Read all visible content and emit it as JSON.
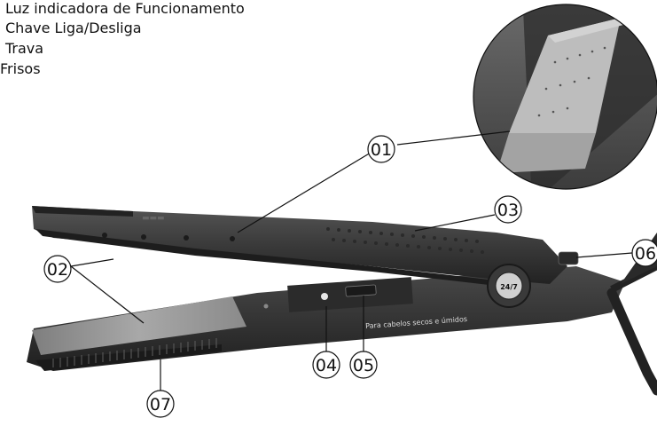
{
  "legend": [
    "Luz indicadora de Funcionamento",
    "Chave Liga/Desliga",
    "Trava",
    "Frisos"
  ],
  "callouts": [
    "01",
    "02",
    "03",
    "04",
    "05",
    "06",
    "07"
  ],
  "device_text": "Para cabelos secos e úmidos",
  "badge_text": "24/7",
  "colors": {
    "body": "#3a3a3a",
    "body_dark": "#2a2a2a",
    "plate": "#9a9a9a",
    "plate_light": "#b8b8b8",
    "line": "#111111"
  }
}
